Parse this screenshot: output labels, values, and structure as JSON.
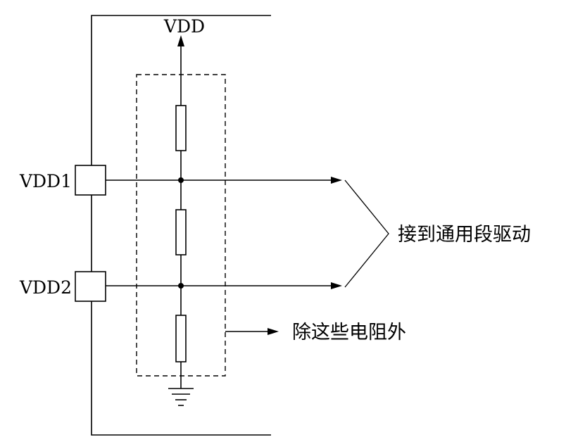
{
  "labels": {
    "vdd": "VDD",
    "vdd1": "VDD1",
    "vdd2": "VDD2",
    "to_segment_driver": "接到通用段驱动",
    "except_resistors": "除这些电阻外"
  }
}
